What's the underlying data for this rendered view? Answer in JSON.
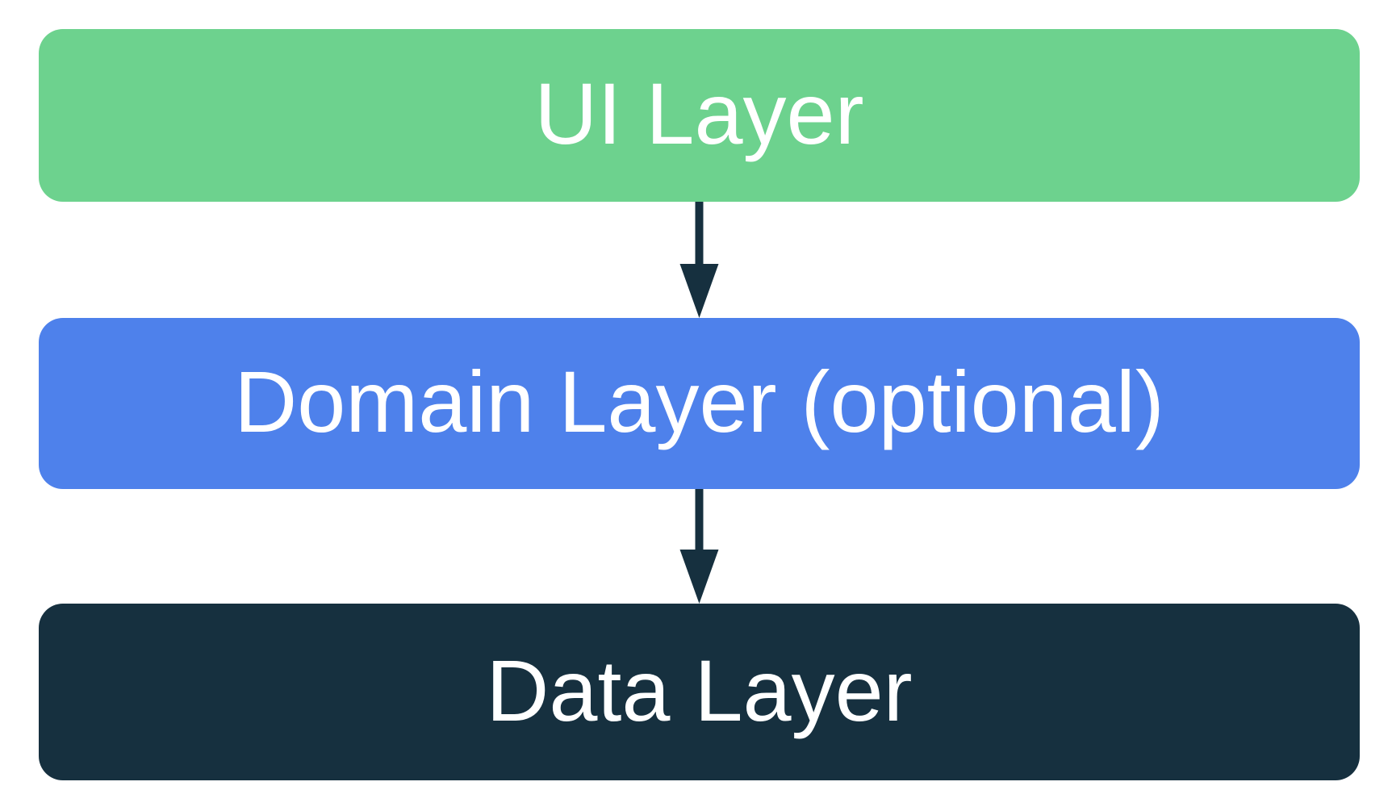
{
  "diagram": {
    "background_color": "#FFFFFF",
    "text_color": "#FFFFFF",
    "arrow_color": "#16303F",
    "layers": [
      {
        "id": "ui",
        "label": "UI Layer",
        "color": "#6DD28E"
      },
      {
        "id": "domain",
        "label": "Domain Layer (optional)",
        "color": "#4E81EB"
      },
      {
        "id": "data",
        "label": "Data Layer",
        "color": "#16303F"
      }
    ],
    "arrows": [
      {
        "from": "UI Layer",
        "to": "Domain Layer (optional)"
      },
      {
        "from": "Domain Layer (optional)",
        "to": "Data Layer"
      }
    ]
  }
}
